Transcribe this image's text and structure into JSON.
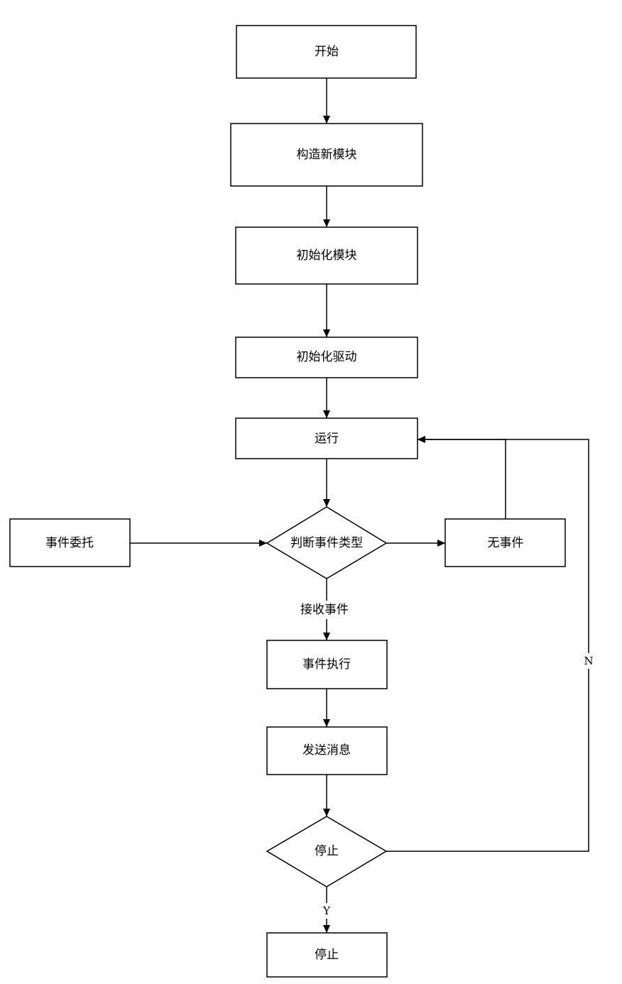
{
  "diagram": {
    "nodes": {
      "start": "开始",
      "construct_module": "构造新模块",
      "init_module": "初始化模块",
      "init_driver": "初始化驱动",
      "run": "运行",
      "event_delegate": "事件委托",
      "judge_event_type": "判断事件类型",
      "no_event": "无事件",
      "execute_event": "事件执行",
      "send_message": "发送消息",
      "stop_decision": "停止",
      "stop_end": "停止"
    },
    "edge_labels": {
      "receive_event": "接收事件",
      "no": "N",
      "yes": "Y"
    }
  }
}
